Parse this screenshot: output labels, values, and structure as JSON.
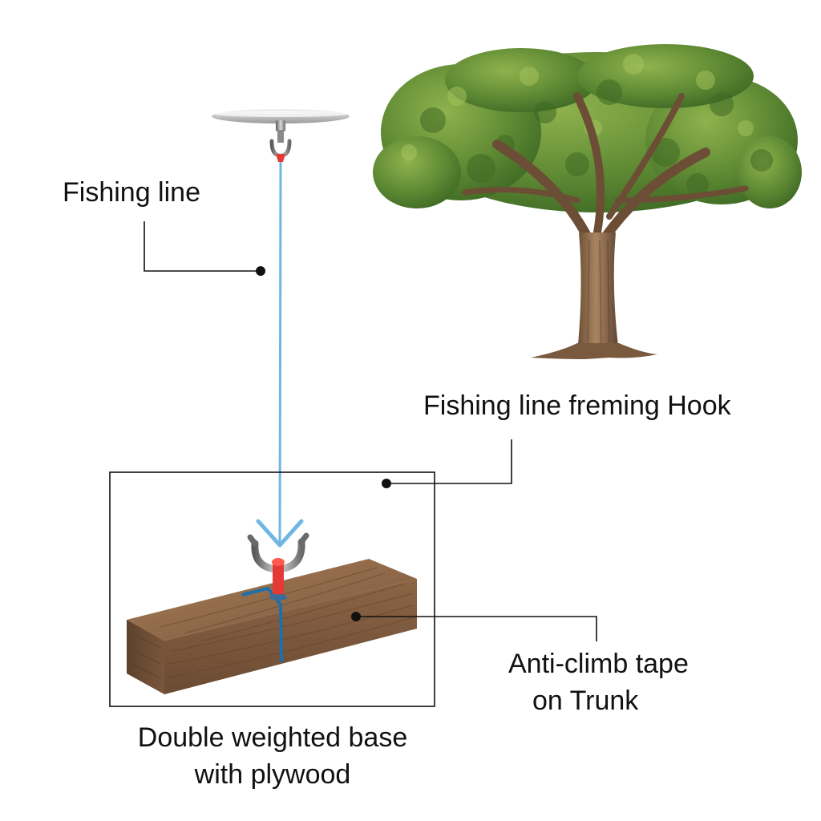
{
  "labels": {
    "fishing_line": "Fishing line",
    "hook": "Fishing line freming Hook",
    "tape_line1": "Anti-climb tape",
    "tape_line2": "on Trunk",
    "base_line1": "Double weighted base",
    "base_line2": "with plywood"
  },
  "icons": [
    "ceiling-mount-icon",
    "top-hook-icon",
    "bottom-hook-icon",
    "tree-icon",
    "wood-block-icon"
  ],
  "colors": {
    "fishing_line": "#6fb7e3",
    "hook_red": "#e53935",
    "tape_blue": "#1f6fa8",
    "callout": "#111111",
    "wood": "#8a6446",
    "foliage": "#5f8a34"
  }
}
